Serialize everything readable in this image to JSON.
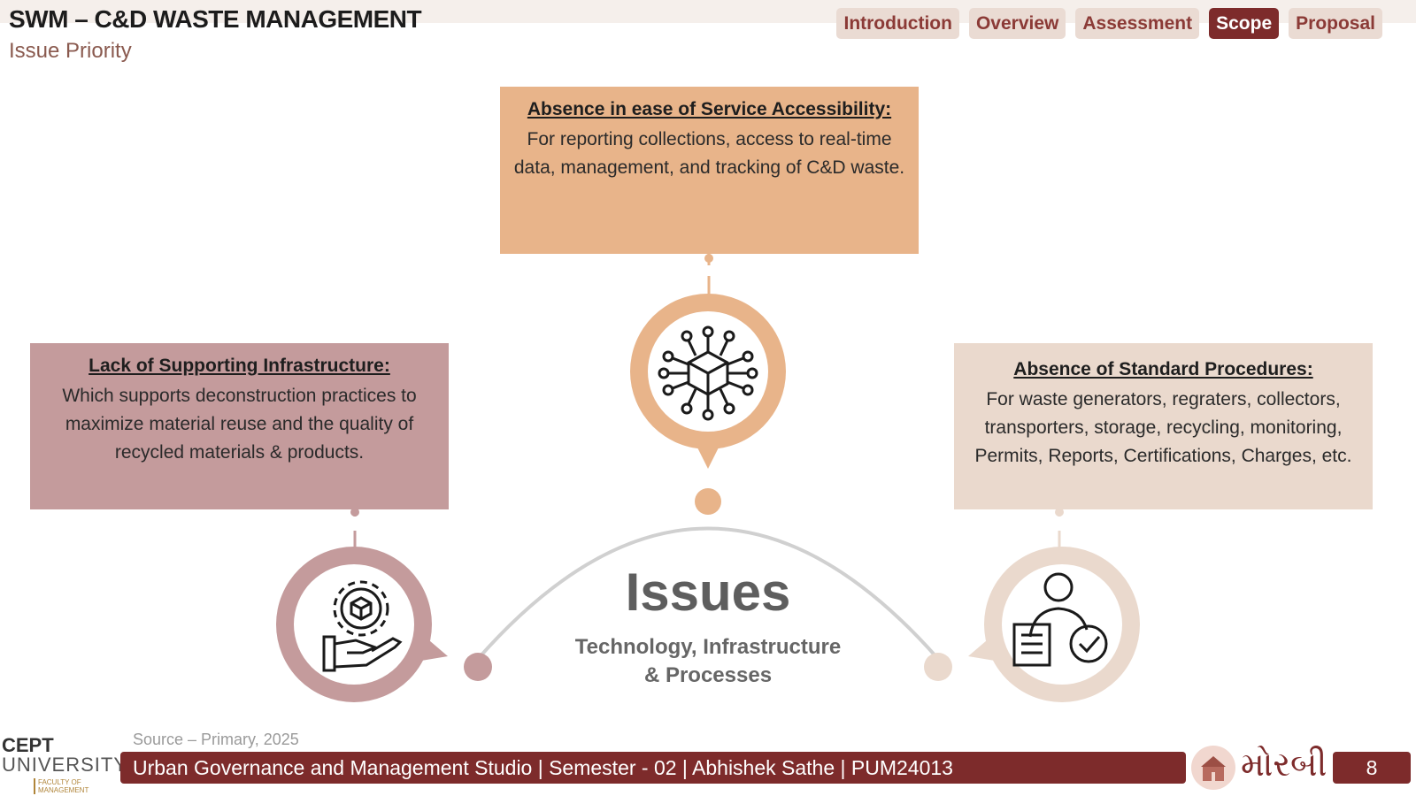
{
  "header": {
    "title": "SWM – C&D WASTE MANAGEMENT",
    "subtitle": "Issue Priority"
  },
  "nav": {
    "tabs": [
      {
        "label": "Introduction",
        "active": false
      },
      {
        "label": "Overview",
        "active": false
      },
      {
        "label": "Assessment",
        "active": false
      },
      {
        "label": "Scope",
        "active": true
      },
      {
        "label": "Proposal",
        "active": false
      }
    ]
  },
  "cards": {
    "top": {
      "title": "Absence in ease of Service Accessibility:",
      "text": "For reporting collections, access to real-time data, management, and tracking of C&D waste."
    },
    "left": {
      "title": "Lack of Supporting Infrastructure:",
      "text": "Which supports deconstruction practices to maximize material reuse and the quality of recycled materials & products."
    },
    "right": {
      "title": "Absence of Standard Procedures:",
      "text": "For waste generators, regraters, collectors, transporters, storage, recycling, monitoring, Permits, Reports, Certifications, Charges, etc."
    }
  },
  "center": {
    "title": "Issues",
    "subtitle_line1": "Technology, Infrastructure",
    "subtitle_line2": "& Processes"
  },
  "icons": {
    "top": "circuit-cube-icon",
    "left": "hand-gear-icon",
    "right": "user-document-check-icon"
  },
  "colors": {
    "accent": "#7d2b2b",
    "top_card": "#e8b48a",
    "left_card": "#c49b9c",
    "right_card": "#ead9cd",
    "arc": "#d0d0d0"
  },
  "footer": {
    "source": "Source – Primary, 2025",
    "logo_line1": "CEPT",
    "logo_line2": "UNIVERSITY",
    "logo_faculty": "FACULTY OF MANAGEMENT",
    "studio": "Urban Governance and Management Studio | Semester - 02 | Abhishek Sathe | PUM24013",
    "city": "મોરબી",
    "page_number": "8"
  }
}
